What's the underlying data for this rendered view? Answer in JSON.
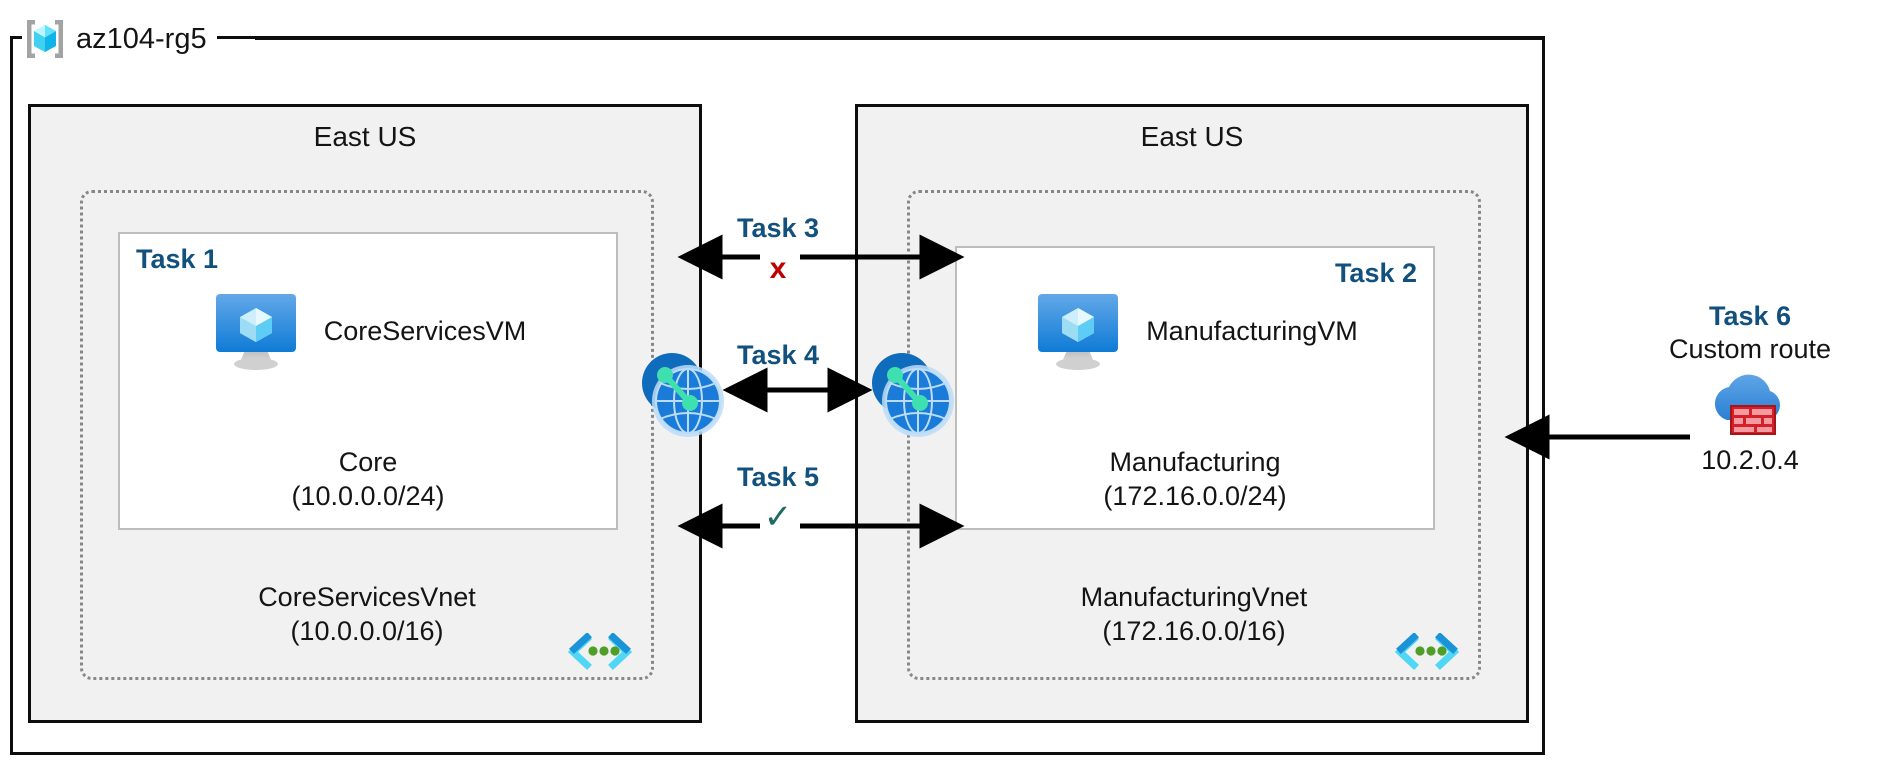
{
  "resource_group": {
    "name": "az104-rg5",
    "icon": "azure-resource-group-icon"
  },
  "regions": [
    {
      "id": "left",
      "title": "East US"
    },
    {
      "id": "right",
      "title": "East US"
    }
  ],
  "vnets": [
    {
      "id": "core",
      "name": "CoreServicesVnet",
      "cidr": "(10.0.0.0/16)",
      "icon": "vnet-icon",
      "subnet": {
        "task_tag": "Task 1",
        "task_tag_align": "left",
        "vm_icon": "azure-vm-icon",
        "vm_name": "CoreServicesVM",
        "subnet_name": "Core",
        "subnet_cidr": "(10.0.0.0/24)"
      }
    },
    {
      "id": "manufacturing",
      "name": "ManufacturingVnet",
      "cidr": "(172.16.0.0/16)",
      "icon": "vnet-icon",
      "subnet": {
        "task_tag": "Task 2",
        "task_tag_align": "right",
        "vm_icon": "azure-vm-icon",
        "vm_name": "ManufacturingVM",
        "subnet_name": "Manufacturing",
        "subnet_cidr": "(172.16.0.0/24)"
      }
    }
  ],
  "peering_icons": [
    {
      "id": "peer-left",
      "icon": "vnet-peering-icon"
    },
    {
      "id": "peer-right",
      "icon": "vnet-peering-icon"
    }
  ],
  "center_tasks": [
    {
      "id": "task3",
      "label": "Task 3",
      "verdict": "x",
      "verdict_kind": "cross",
      "arrow": "bidirectional-split"
    },
    {
      "id": "task4",
      "label": "Task 4",
      "verdict": "",
      "verdict_kind": "none",
      "arrow": "bidirectional"
    },
    {
      "id": "task5",
      "label": "Task 5",
      "verdict": "✓",
      "verdict_kind": "check",
      "arrow": "bidirectional-split"
    }
  ],
  "task6": {
    "title": "Task 6",
    "subtitle": "Custom route",
    "icon": "azure-firewall-icon",
    "ip": "10.2.0.4",
    "arrow": "left-pointing"
  },
  "colors": {
    "task_blue": "#12507e",
    "region_fill": "#f1f1f1",
    "frame_black": "#0d0d0d",
    "subnet_border": "#bdbdbd",
    "vnet_dotted": "#878787",
    "cross_red": "#c00000",
    "check_teal": "#1f6b63",
    "azure_blue": "#0f6cbd",
    "firewall_red": "#d62027",
    "cloud_blue": "#3f8fdd",
    "vnet_icon_blue": "#1b93d8",
    "vnet_icon_cyan": "#50d7f5",
    "vnet_icon_green": "#4e9e28"
  }
}
